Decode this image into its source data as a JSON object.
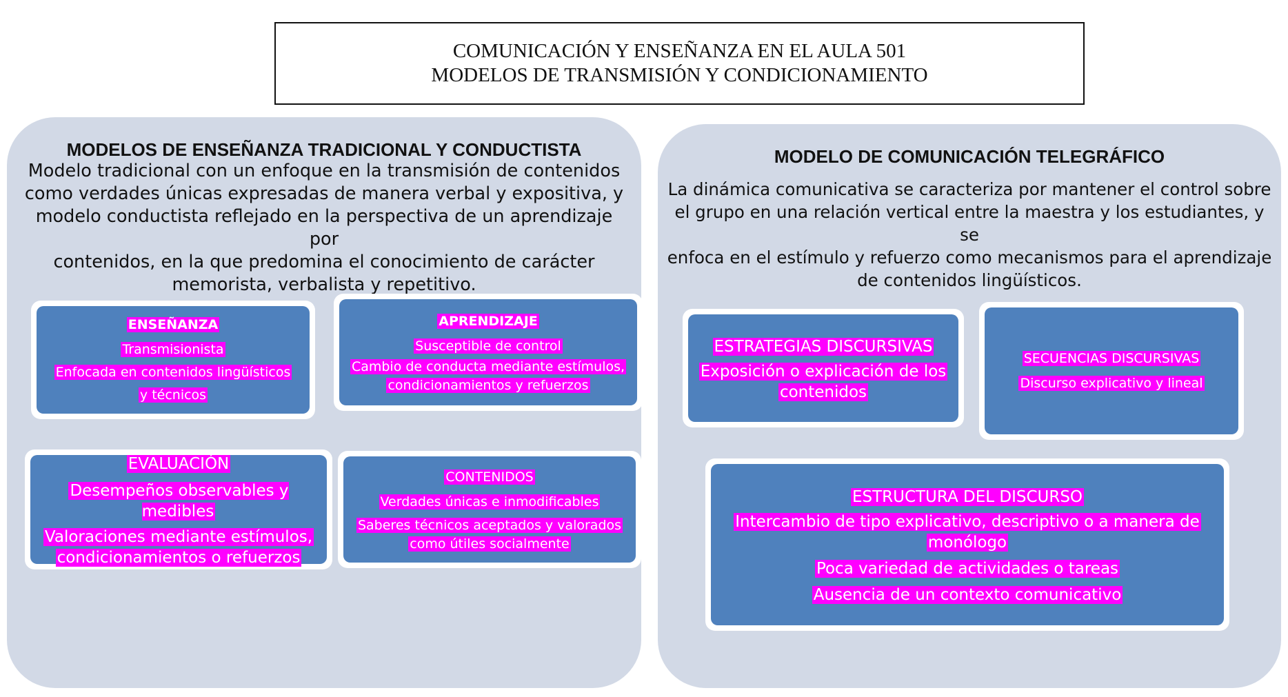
{
  "header": {
    "line1": "COMUNICACIÓN Y ENSEÑANZA EN EL AULA 501",
    "line2": "MODELOS DE TRANSMISIÓN Y CONDICIONAMIENTO"
  },
  "left_panel": {
    "title": "MODELOS DE ENSEÑANZA TRADICIONAL Y CONDUCTISTA",
    "description_lines": [
      "Modelo tradicional con un enfoque en la transmisión de contenidos",
      "como verdades únicas expresadas de manera verbal y expositiva, y",
      "modelo conductista reflejado en la perspectiva de un aprendizaje por",
      "contenidos, en la que predomina el conocimiento de carácter",
      "memorista, verbalista y repetitivo."
    ],
    "cards": {
      "ensenanza": {
        "title": "ENSEÑANZA",
        "items": [
          "Transmisionista",
          "Enfocada en contenidos lingüísticos",
          "y técnicos"
        ]
      },
      "aprendizaje": {
        "title": "APRENDIZAJE",
        "items": [
          "Susceptible de control",
          "Cambio de conducta mediante estímulos,",
          "condicionamientos y refuerzos"
        ]
      },
      "evaluacion": {
        "title": "EVALUACIÓN",
        "items": [
          "Desempeños observables y medibles",
          "Valoraciones mediante estímulos,",
          "condicionamientos o refuerzos"
        ]
      },
      "contenidos": {
        "title": "CONTENIDOS",
        "items": [
          "Verdades únicas e inmodificables",
          "Saberes técnicos aceptados y valorados",
          "como útiles socialmente"
        ]
      }
    }
  },
  "right_panel": {
    "title": "MODELO DE COMUNICACIÓN TELEGRÁFICO",
    "description_lines": [
      "La dinámica comunicativa se caracteriza por mantener el control sobre",
      "el grupo en una relación vertical entre la maestra y los estudiantes, y se",
      "enfoca en el estímulo y refuerzo como mecanismos para el aprendizaje",
      "de contenidos lingüísticos."
    ],
    "cards": {
      "estrategias": {
        "title": "ESTRATEGIAS DISCURSIVAS",
        "items": [
          "Exposición o explicación de los",
          "contenidos"
        ]
      },
      "secuencias": {
        "title": "SECUENCIAS DISCURSIVAS",
        "items": [
          "Discurso explicativo y lineal"
        ]
      },
      "estructura": {
        "title": "ESTRUCTURA DEL DISCURSO",
        "items": [
          "Intercambio de tipo explicativo, descriptivo o a manera de",
          "monólogo",
          "Poca variedad de actividades o tareas",
          "Ausencia de un contexto comunicativo"
        ]
      }
    }
  },
  "colors": {
    "panel_background": "#d2d9e6",
    "card_fill": "#4f81bd",
    "highlight": "#ff00ff",
    "card_border": "#ffffff"
  }
}
